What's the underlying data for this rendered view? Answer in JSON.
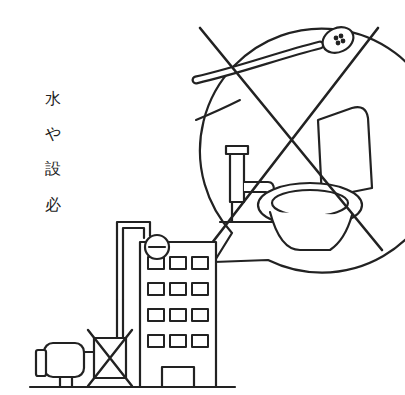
{
  "diagram": {
    "labels": [
      "水",
      "や",
      "設",
      "必"
    ]
  }
}
